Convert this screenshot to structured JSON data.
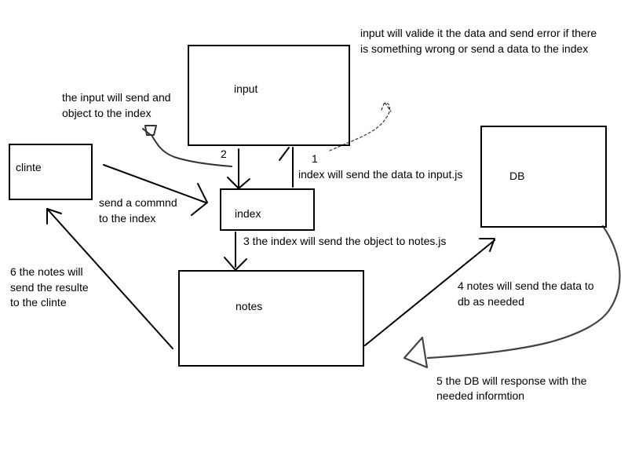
{
  "nodes": {
    "input": "input",
    "index": "index",
    "clinte": "clinte",
    "db": "DB",
    "notes": "notes"
  },
  "annotations": {
    "input_note_1": "input will valide it the data and send error if there",
    "input_note_2": "is something wrong or send a data to the index",
    "input_send_1": "the input will send and",
    "input_send_2": "object to the index",
    "label_2": "2",
    "label_1": "1",
    "index_to_input": "index will send the data to input.js",
    "send_cmd_1": "send a commnd",
    "send_cmd_2": "to the index",
    "step3": "3 the index will send the object to notes.js",
    "step6_1": "6 the notes will",
    "step6_2": "send the resulte",
    "step6_3": "to the clinte",
    "step4_1": "4 notes will send the data to",
    "step4_2": "db as needed",
    "step5_1": "5 the DB will response with the",
    "step5_2": "needed informtion"
  }
}
